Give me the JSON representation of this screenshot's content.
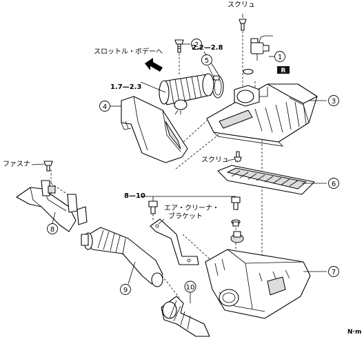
{
  "labels": {
    "screw_top": "スクリュ",
    "to_throttle_body": "スロットル・ボデーへ",
    "torque_1": "2.2—2.8",
    "torque_2": "1.7—2.3",
    "fastener": "ファスナ",
    "screw_mid": "スクリュ",
    "torque_3": "8—10",
    "bracket_line1": "エア・クリーナ・",
    "bracket_line2": "ブラケット",
    "unit": "N·m",
    "replace_badge": "R"
  },
  "callouts": {
    "c1": "1",
    "c2": "2",
    "c3": "3",
    "c4": "4",
    "c5": "5",
    "c6": "6",
    "c7": "7",
    "c8": "8",
    "c9": "9",
    "c10": "10"
  }
}
